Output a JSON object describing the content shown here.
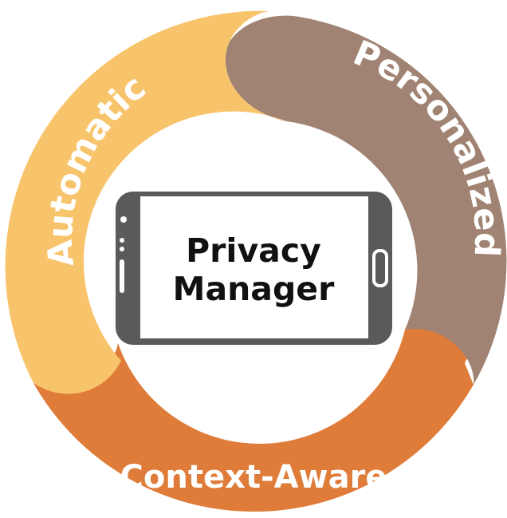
{
  "segments": {
    "automatic": {
      "label": "Automatic",
      "color": "#F8C46B"
    },
    "personalized": {
      "label": "Personalized",
      "color": "#A08373"
    },
    "context_aware": {
      "label": "Context-Aware",
      "color": "#DF7C39"
    }
  },
  "center": {
    "line1": "Privacy",
    "line2": "Manager"
  },
  "colors": {
    "phone_body": "#5A5A5A",
    "phone_screen": "#FFFFFF"
  }
}
